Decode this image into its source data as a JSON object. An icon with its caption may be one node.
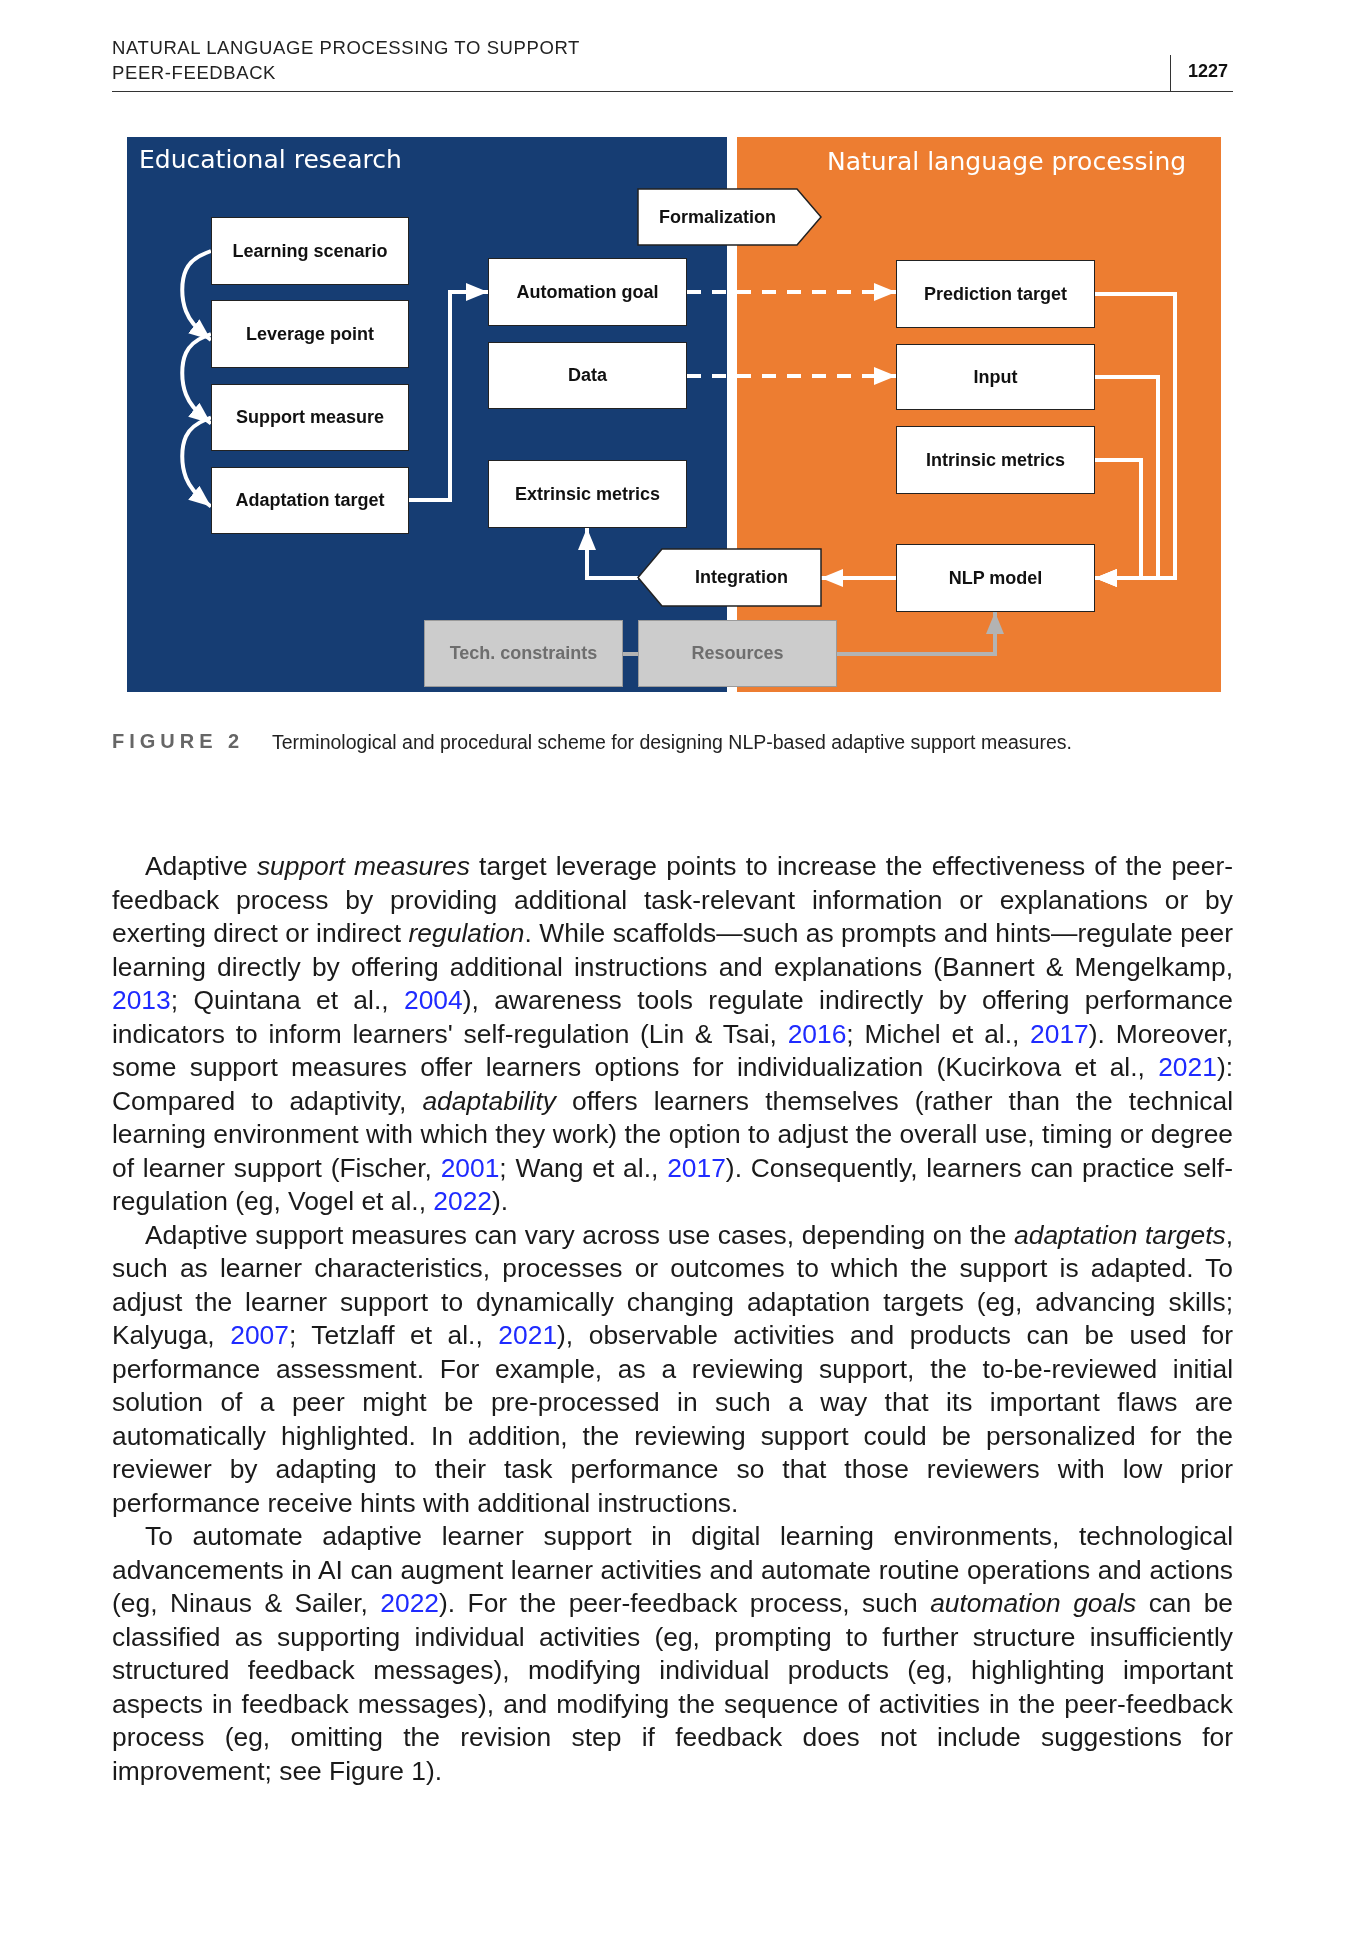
{
  "diagram": {
    "caption": "Terminological and procedural scheme for designing NLP-based adaptive support measures.",
    "nodes": [
      {
        "text": [
          "Educational research"
        ]
      },
      {
        "text": [
          "Learning scenario"
        ],
        "in": 0
      },
      {
        "text": [
          "Leverage point"
        ],
        "in": 0
      },
      {
        "text": [
          "Support measure"
        ],
        "in": 0
      },
      {
        "text": [
          "Adaptation target"
        ],
        "in": 0
      },
      {
        "text": [
          "Formalization"
        ]
      },
      {
        "text": [
          "Automation goal"
        ],
        "in": 0
      },
      {
        "text": [
          "Data"
        ],
        "in": 0
      },
      {
        "text": [
          "Extrinsic metrics"
        ],
        "in": 0
      },
      {
        "text": [
          "Tech. constraints"
        ],
        "in": 0
      },
      {
        "text": [
          "Natural language processing"
        ]
      },
      {
        "text": [
          "Prediction target"
        ],
        "in": 10
      },
      {
        "text": [
          "Input"
        ],
        "in": 10
      },
      {
        "text": [
          "Intrinsic metrics"
        ],
        "in": 10
      },
      {
        "text": [
          "Integration"
        ]
      },
      {
        "text": [
          "NLP model"
        ],
        "in": 10
      },
      {
        "text": [
          "Resources"
        ]
      }
    ],
    "edges": [
      {
        "from": 1,
        "to": 2,
        "arrow": "to"
      },
      {
        "from": 2,
        "to": 3,
        "arrow": "to"
      },
      {
        "from": 3,
        "to": 4,
        "arrow": "to"
      },
      {
        "from": 4,
        "to": 6,
        "arrow": "to"
      },
      {
        "from": 6,
        "to": 11,
        "arrow": "to",
        "style": "dashed"
      },
      {
        "from": 7,
        "to": 12,
        "arrow": "to",
        "style": "dashed"
      },
      {
        "from": 11,
        "to": 15,
        "arrow": "to"
      },
      {
        "from": 12,
        "to": 15,
        "arrow": "to"
      },
      {
        "from": 13,
        "to": 15,
        "arrow": "to"
      },
      {
        "from": 15,
        "to": 14,
        "arrow": "to"
      },
      {
        "from": 14,
        "to": 8,
        "arrow": "to"
      },
      {
        "from": 16,
        "to": 15,
        "arrow": "to",
        "color": "#b3b3b3"
      },
      {
        "from": 9,
        "to": 16,
        "arrow": "none",
        "color": "#b3b3b3"
      }
    ],
    "labels": [
      "NATURAL LANGUAGE PROCESSING TO SUPPORT PEER-FEEDBACK",
      "1227",
      "FIGURE 2",
      "Adaptive *support measures* target leverage points to increase the effectiveness of the peer-feedback process by providing additional task-relevant information or explanations or by exerting direct or indirect *regulation*. While scaffolds—such as prompts and hints—regulate peer learning directly by offering additional instructions and explanations (Bannert & Mengelkamp, 2013; Quintana et al., 2004), awareness tools regulate indirectly by offering performance indicators to inform learners' self-regulation (Lin & Tsai, 2016; Michel et al., 2017). Moreover, some support measures offer learners options for individualization (Kucirkova et al., 2021): Compared to adaptivity, *adaptability* offers learners themselves (rather than the technical learning environment with which they work) the option to adjust the overall use, timing or degree of learner support (Fischer, 2001; Wang et al., 2017). Consequently, learners can practice self-regulation (eg, Vogel et al., 2022).",
      "Adaptive support measures can vary across use cases, depending on the *adaptation targets*, such as learner characteristics, processes or outcomes to which the support is adapted. To adjust the learner support to dynamically changing adaptation targets (eg, advancing skills; Kalyuga, 2007; Tetzlaff et al., 2021), observable activities and products can be used for performance assessment. For example, as a reviewing support, the to-be-reviewed initial solution of a peer might be pre-processed in such a way that its important flaws are automatically highlighted. In addition, the reviewing support could be personalized for the reviewer by adapting to their task performance so that those reviewers with low prior performance receive hints with additional instructions.",
      "To automate adaptive learner support in digital learning environments, technological advancements in AI can augment learner activities and automate routine operations and actions (eg, Ninaus & Sailer, 2022). For the peer-feedback process, such *automation goals* can be classified as supporting individual activities (eg, prompting to further structure insufficiently structured feedback messages), modifying individual products (eg, highlighting important aspects in feedback messages), and modifying the sequence of activities in the peer-feedback process (eg, omitting the revision step if feedback does not include suggestions for improvement; see Figure 1)."
    ]
  }
}
